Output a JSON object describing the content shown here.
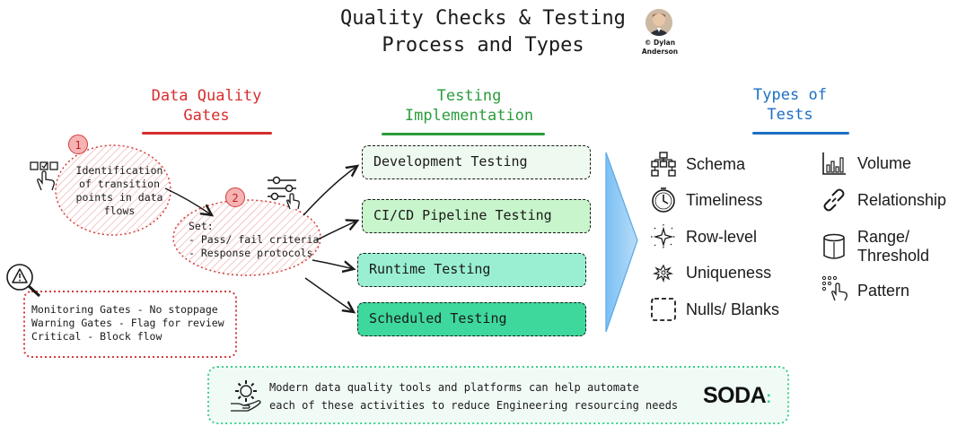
{
  "title": {
    "line1": "Quality Checks & Testing",
    "line2": "Process and Types"
  },
  "author": {
    "line1": "© Dylan",
    "line2": "Anderson"
  },
  "gates": {
    "heading_line1": "Data Quality",
    "heading_line2": "Gates",
    "color": "#d62e2e",
    "step1": {
      "number": "1",
      "lines": [
        "Identification",
        "of transition",
        "points in data",
        "flows"
      ]
    },
    "step2": {
      "number": "2",
      "lines": [
        "Set:",
        "- Pass/ fail criteria",
        "- Response protocols"
      ]
    },
    "gate_types": [
      "Monitoring Gates - No stoppage",
      "Warning Gates - Flag for review",
      "Critical - Block flow"
    ]
  },
  "implementation": {
    "heading_line1": "Testing",
    "heading_line2": "Implementation",
    "color": "#2a9d3c",
    "tests": [
      {
        "label": "Development Testing",
        "fill": "#eefaf0"
      },
      {
        "label": "CI/CD Pipeline Testing",
        "fill": "#c8f5cc"
      },
      {
        "label": "Runtime Testing",
        "fill": "#9aefd3"
      },
      {
        "label": "Scheduled Testing",
        "fill": "#3ed89c"
      }
    ]
  },
  "types": {
    "heading_line1": "Types of",
    "heading_line2": "Tests",
    "color": "#1c6fc4",
    "left": [
      {
        "label": "Schema",
        "icon": "schema-icon"
      },
      {
        "label": "Timeliness",
        "icon": "clock-icon"
      },
      {
        "label": "Row-level",
        "icon": "sparkle-icon"
      },
      {
        "label": "Uniqueness",
        "icon": "burst-icon"
      },
      {
        "label": "Nulls/ Blanks",
        "icon": "dashed-square-icon"
      }
    ],
    "right": [
      {
        "label": "Volume",
        "icon": "bar-chart-icon"
      },
      {
        "label": "Relationship",
        "icon": "link-icon"
      },
      {
        "label_line1": "Range/",
        "label_line2": "Threshold",
        "icon": "cylinder-icon"
      },
      {
        "label": "Pattern",
        "icon": "pattern-icon"
      }
    ]
  },
  "footer": {
    "line1": "Modern data quality tools and platforms can help automate",
    "line2": "each of these activities to reduce Engineering resourcing needs",
    "logo": "SODA"
  }
}
